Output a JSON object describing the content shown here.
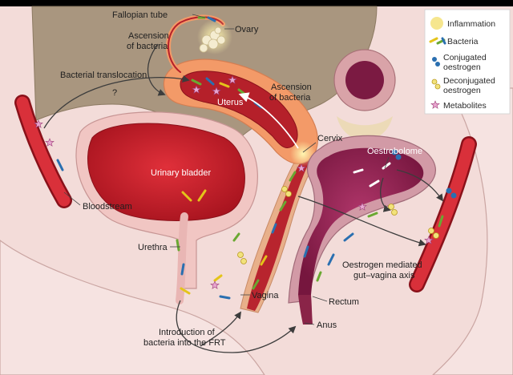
{
  "labels": {
    "fallopian_tube": "Fallopian tube",
    "ovary": "Ovary",
    "ascension_top_1": "Ascension",
    "ascension_top_2": "of bacteria",
    "bacterial_translocation": "Bacterial translocation",
    "question_mark": "?",
    "uterus": "Uterus",
    "ascension_mid_1": "Ascension",
    "ascension_mid_2": "of bacteria",
    "cervix": "Cervix",
    "urinary_bladder": "Urinary bladder",
    "bloodstream": "Bloodstream",
    "oestrobolome": "Oestrobolome",
    "urethra": "Urethra",
    "oestrogen_axis_1": "Oestrogen mediated",
    "oestrogen_axis_2": "gut–vagina axis",
    "vagina": "Vagina",
    "rectum": "Rectum",
    "anus": "Anus",
    "introduction_1": "Introduction of",
    "introduction_2": "bacteria into the FRT"
  },
  "legend": {
    "inflammation": "Inflammation",
    "bacteria": "Bacteria",
    "conjugated_1": "Conjugated",
    "conjugated_2": "oestrogen",
    "deconjugated_1": "Deconjugated",
    "deconjugated_2": "oestrogen",
    "metabolites": "Metabolites"
  },
  "colors": {
    "background_tissue": "#f3d6d3",
    "peritoneum": "#a8967e",
    "uterus_outer": "#f49a6a",
    "uterus_inner": "#b5202a",
    "bladder": "#b81d2a",
    "rectum": "#8a1d4a",
    "blood_vessel": "#c8202c",
    "inflammation": "#f5e27a",
    "bacteria_green": "#6aa832",
    "bacteria_yellow": "#e4c41a",
    "bacteria_blue": "#2a6fb0",
    "conjugated": "#2a6fb0",
    "deconjugated": "#e8d04a",
    "metabolites": "#d86ab0"
  }
}
